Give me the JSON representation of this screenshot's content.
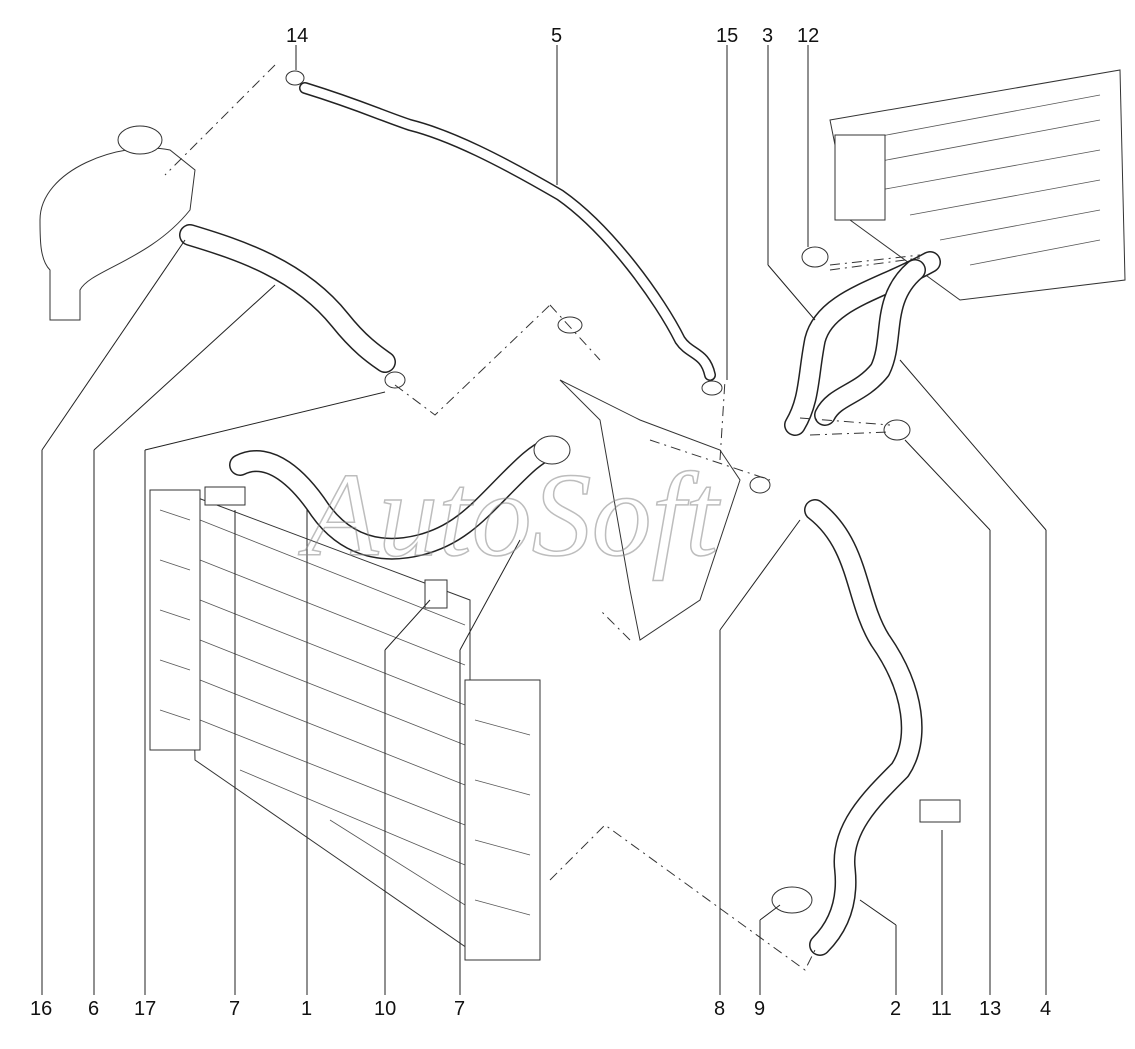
{
  "watermark": "AutoSoft",
  "callouts": [
    {
      "id": "14",
      "text": "14"
    },
    {
      "id": "5",
      "text": "5"
    },
    {
      "id": "15",
      "text": "15"
    },
    {
      "id": "3",
      "text": "3"
    },
    {
      "id": "12",
      "text": "12"
    },
    {
      "id": "16",
      "text": "16"
    },
    {
      "id": "6",
      "text": "6"
    },
    {
      "id": "17",
      "text": "17"
    },
    {
      "id": "7a",
      "text": "7"
    },
    {
      "id": "1",
      "text": "1"
    },
    {
      "id": "10",
      "text": "10"
    },
    {
      "id": "7b",
      "text": "7"
    },
    {
      "id": "8",
      "text": "8"
    },
    {
      "id": "9",
      "text": "9"
    },
    {
      "id": "2",
      "text": "2"
    },
    {
      "id": "11",
      "text": "11"
    },
    {
      "id": "13",
      "text": "13"
    },
    {
      "id": "4",
      "text": "4"
    }
  ]
}
